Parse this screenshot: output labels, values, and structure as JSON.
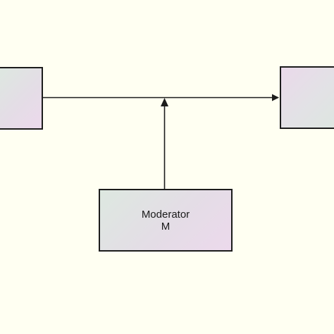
{
  "diagram": {
    "nodes": {
      "left": {
        "label": ""
      },
      "right": {
        "label": ""
      },
      "moderator": {
        "line1": "Moderator",
        "line2": "M"
      }
    },
    "edges": [
      {
        "from": "left",
        "to": "right",
        "type": "arrow"
      },
      {
        "from": "moderator",
        "to": "left-right-edge",
        "type": "arrow"
      }
    ]
  },
  "colors": {
    "background": "#fffff2",
    "stroke": "#1c1c1c",
    "node_fill_start": "#dde8e0",
    "node_fill_end": "#ecd9ec"
  }
}
